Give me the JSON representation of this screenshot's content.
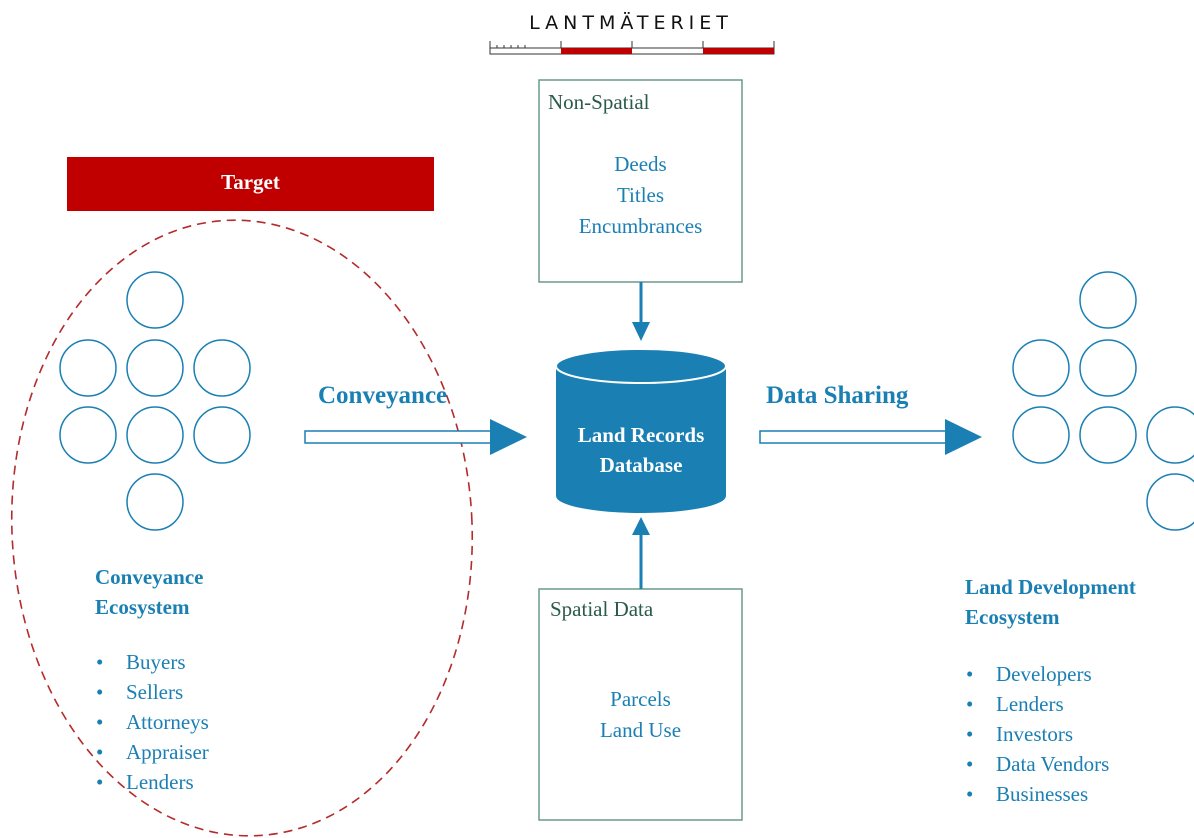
{
  "header": {
    "logo_text": "LANTMÄTERIET"
  },
  "target": {
    "label": "Target"
  },
  "non_spatial": {
    "title": "Non-Spatial",
    "items": [
      "Deeds",
      "Titles",
      "Encumbrances"
    ]
  },
  "spatial": {
    "title": "Spatial Data",
    "items": [
      "Parcels",
      "Land Use"
    ]
  },
  "database": {
    "line1": "Land Records",
    "line2": "Database"
  },
  "arrows": {
    "left_label": "Conveyance",
    "right_label": "Data Sharing"
  },
  "conveyance_ecosystem": {
    "title_line1": "Conveyance",
    "title_line2": "Ecosystem",
    "items": [
      "Buyers",
      "Sellers",
      "Attorneys",
      "Appraiser",
      "Lenders"
    ]
  },
  "land_dev_ecosystem": {
    "title_line1": "Land Development",
    "title_line2": "Ecosystem",
    "items": [
      "Developers",
      "Lenders",
      "Investors",
      "Data Vendors",
      "Businesses"
    ]
  },
  "colors": {
    "accent_blue": "#1a7fb3",
    "target_red": "#c00000",
    "dashed_red": "#b52a2a"
  },
  "bullet_glyph": "•"
}
